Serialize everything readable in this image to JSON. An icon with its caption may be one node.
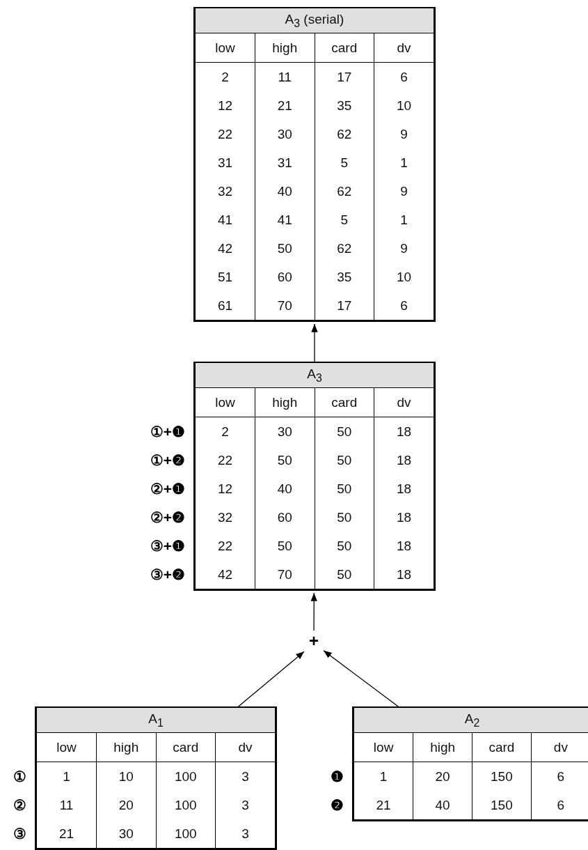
{
  "diagram": {
    "nodes": [
      {
        "text": [
          "A$_{3}$ (serial)",
          "low",
          "high",
          "card",
          "dv",
          "2",
          "11",
          "17",
          "6",
          "12",
          "21",
          "35",
          "10",
          "22",
          "30",
          "62",
          "9",
          "31",
          "31",
          "5",
          "1",
          "32",
          "40",
          "62",
          "9",
          "41",
          "41",
          "5",
          "1",
          "42",
          "50",
          "62",
          "9",
          "51",
          "60",
          "35",
          "10",
          "61",
          "70",
          "17",
          "6"
        ]
      },
      {
        "text": [
          "A$_{3}$",
          "low",
          "high",
          "card",
          "dv",
          "2",
          "30",
          "50",
          "18",
          "22",
          "50",
          "50",
          "18",
          "12",
          "40",
          "50",
          "18",
          "32",
          "60",
          "50",
          "18",
          "22",
          "50",
          "50",
          "18",
          "42",
          "70",
          "50",
          "18"
        ],
        "beside": [
          "①+❶",
          "①+❷",
          "②+❶",
          "②+❷",
          "③+❶",
          "③+❷"
        ]
      },
      {
        "text": [
          "+"
        ]
      },
      {
        "text": [
          "A$_{1}$",
          "low",
          "high",
          "card",
          "dv",
          "1",
          "10",
          "100",
          "3",
          "11",
          "20",
          "100",
          "3",
          "21",
          "30",
          "100",
          "3"
        ],
        "beside": [
          "①",
          "②",
          "③"
        ]
      },
      {
        "text": [
          "A$_{2}$",
          "low",
          "high",
          "card",
          "dv",
          "1",
          "20",
          "150",
          "6",
          "21",
          "40",
          "150",
          "6"
        ],
        "beside": [
          "❶",
          "❷"
        ]
      }
    ],
    "edges": [
      {
        "from": 1,
        "to": 0,
        "arrow": "to"
      },
      {
        "from": 2,
        "to": 1,
        "arrow": "to"
      },
      {
        "from": 3,
        "to": 2,
        "arrow": "to"
      },
      {
        "from": 4,
        "to": 2,
        "arrow": "to"
      }
    ]
  }
}
